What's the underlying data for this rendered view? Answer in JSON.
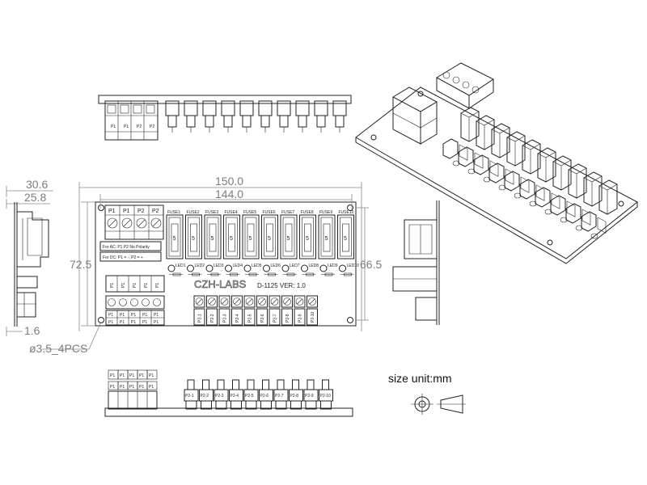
{
  "dimensions": {
    "width_outer": "150.0",
    "width_inner": "144.0",
    "height_left": "72.5",
    "height_right": "66.5",
    "depth_outer": "30.6",
    "depth_inner": "25.8",
    "thickness": "1.6",
    "hole_note": "ø3.5_4PCS"
  },
  "board": {
    "brand": "CZH-LABS",
    "model": "D-1125  VER: 1.0",
    "note_ac": "For AC: P1 P2 No Polarity",
    "note_dc": "For DC: P1 = -, P2 = +",
    "input_labels": [
      "P1",
      "P1",
      "P2",
      "P2"
    ],
    "fuse_labels": [
      "FUSE1",
      "FUSE2",
      "FUSE3",
      "FUSE4",
      "FUSE5",
      "FUSE6",
      "FUSE7",
      "FUSE8",
      "FUSE9",
      "FUSE10"
    ],
    "fuse_value": "5",
    "led_labels": [
      "LED1",
      "LED2",
      "LED3",
      "LED4",
      "LED5",
      "LED6",
      "LED7",
      "LED8",
      "LED9",
      "LED10"
    ],
    "output_labels": [
      "P2-1",
      "P2-2",
      "P2-3",
      "P2-4",
      "P2-5",
      "P2-6",
      "P2-7",
      "P2-8",
      "P2-9",
      "P2-10"
    ],
    "p1_label": "P1"
  },
  "legend": {
    "size_unit": "size unit:mm"
  }
}
